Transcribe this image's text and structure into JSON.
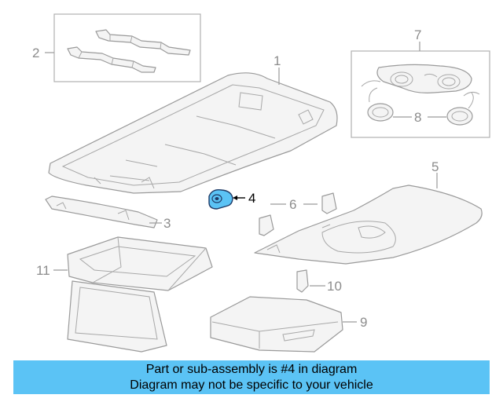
{
  "callouts": [
    {
      "id": "1",
      "label": "1"
    },
    {
      "id": "2",
      "label": "2"
    },
    {
      "id": "3",
      "label": "3"
    },
    {
      "id": "4",
      "label": "4"
    },
    {
      "id": "5",
      "label": "5"
    },
    {
      "id": "6",
      "label": "6"
    },
    {
      "id": "7",
      "label": "7"
    },
    {
      "id": "8",
      "label": "8"
    },
    {
      "id": "9",
      "label": "9"
    },
    {
      "id": "10",
      "label": "10"
    },
    {
      "id": "11",
      "label": "11"
    }
  ],
  "highlight": {
    "part": "4",
    "color": "#5bc3f5"
  },
  "banner": {
    "line1": "Part or sub-assembly is #4 in diagram",
    "line2": "Diagram may not be specific to your vehicle",
    "color": "#5bc3f5"
  }
}
